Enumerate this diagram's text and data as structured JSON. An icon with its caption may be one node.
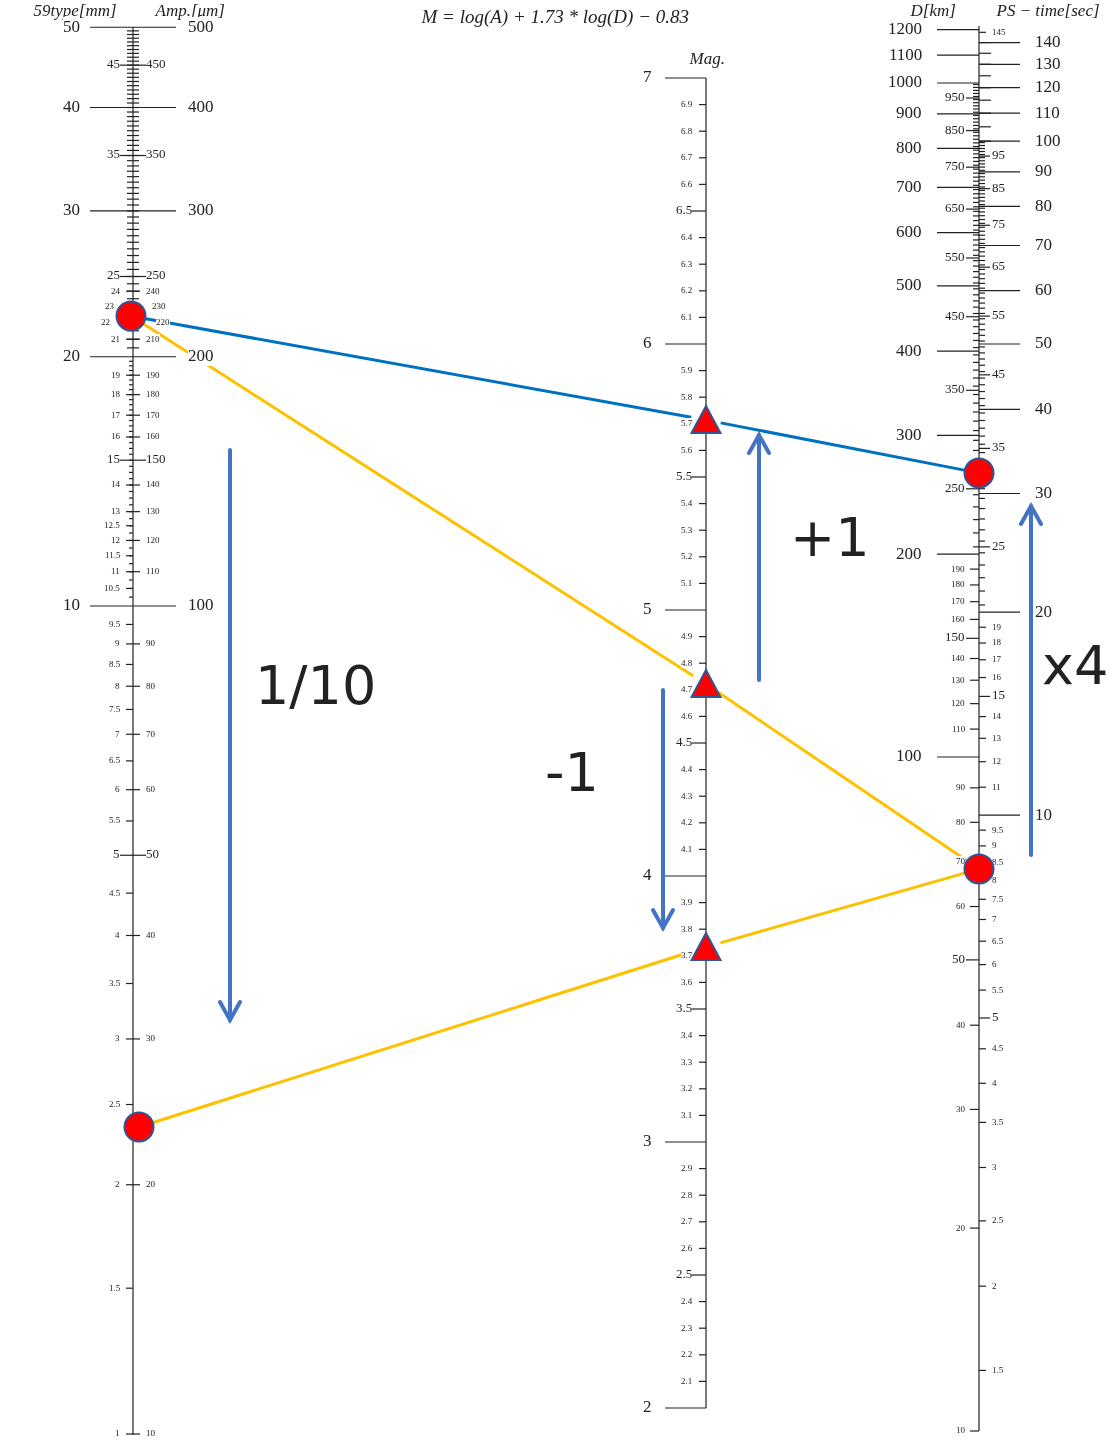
{
  "diagram": {
    "title": "M = log(A) + 1.73 * log(D) − 0.83",
    "nodes": [
      {
        "text": [],
        "shape": "circle"
      },
      {
        "text": [],
        "shape": "circle"
      },
      {
        "text": [],
        "shape": "triangle"
      },
      {
        "text": [],
        "shape": "triangle"
      },
      {
        "text": [],
        "shape": "triangle"
      },
      {
        "text": [],
        "shape": "circle"
      },
      {
        "text": [],
        "shape": "circle"
      }
    ],
    "edges": [
      {
        "from": 0,
        "to": 2,
        "arrow": "none",
        "color": "#0070c0"
      },
      {
        "from": 2,
        "to": 5,
        "arrow": "none",
        "color": "#0070c0"
      },
      {
        "from": 0,
        "to": 3,
        "arrow": "none"
      },
      {
        "from": 3,
        "to": 6,
        "arrow": "none"
      },
      {
        "from": 6,
        "to": 4,
        "arrow": "none"
      },
      {
        "from": 4,
        "to": 1,
        "arrow": "none"
      }
    ],
    "labels": [
      "59type[mm]",
      "Amp.[μm]",
      "Mag.",
      "D[km]",
      "PS − time[sec]",
      "50",
      "45",
      "40",
      "35",
      "30",
      "25",
      "24",
      "23",
      "22",
      "21",
      "20",
      "19",
      "18",
      "17",
      "16",
      "15",
      "14",
      "13",
      "12.5",
      "12",
      "11.5",
      "11",
      "10.5",
      "10",
      "9.5",
      "9",
      "8.5",
      "8",
      "7.5",
      "7",
      "6.5",
      "6",
      "5.5",
      "5",
      "4.5",
      "4",
      "3.5",
      "3",
      "2.5",
      "2",
      "1.5",
      "1",
      "500",
      "450",
      "400",
      "350",
      "300",
      "250",
      "240",
      "230",
      "220",
      "210",
      "200",
      "190",
      "180",
      "170",
      "160",
      "150",
      "140",
      "130",
      "120",
      "110",
      "100",
      "90",
      "80",
      "70",
      "60",
      "50",
      "40",
      "30",
      "20",
      "10",
      "7",
      "6.9",
      "6.8",
      "6.7",
      "6.6",
      "6.5",
      "6.4",
      "6.3",
      "6.2",
      "6.1",
      "6",
      "5.9",
      "5.8",
      "5.7",
      "5.6",
      "5.5",
      "5.4",
      "5.3",
      "5.2",
      "5.1",
      "5",
      "4.9",
      "4.8",
      "4.7",
      "4.6",
      "4.5",
      "4.4",
      "4.3",
      "4.2",
      "4.1",
      "4",
      "3.9",
      "3.8",
      "3.7",
      "3.6",
      "3.5",
      "3.4",
      "3.3",
      "3.2",
      "3.1",
      "3",
      "2.9",
      "2.8",
      "2.7",
      "2.6",
      "2.5",
      "2.4",
      "2.3",
      "2.2",
      "2.1",
      "2",
      "1200",
      "1100",
      "1000",
      "950",
      "900",
      "850",
      "800",
      "750",
      "700",
      "650",
      "600",
      "550",
      "500",
      "450",
      "400",
      "350",
      "300",
      "250",
      "200",
      "190",
      "180",
      "170",
      "160",
      "150",
      "140",
      "130",
      "120",
      "110",
      "100",
      "90",
      "80",
      "70",
      "60",
      "50",
      "40",
      "30",
      "20",
      "10",
      "145",
      "140",
      "130",
      "120",
      "110",
      "100",
      "95",
      "90",
      "85",
      "80",
      "75",
      "70",
      "65",
      "60",
      "55",
      "50",
      "45",
      "40",
      "35",
      "30",
      "25",
      "20",
      "19",
      "18",
      "17",
      "16",
      "15",
      "14",
      "13",
      "12",
      "11",
      "10",
      "9.5",
      "9",
      "8.5",
      "8",
      "7.5",
      "7",
      "6.5",
      "6",
      "5.5",
      "5",
      "4.5",
      "4",
      "3.5",
      "3",
      "2.5",
      "2",
      "1.5",
      "1/10",
      "+1",
      "-1",
      "x4"
    ]
  }
}
